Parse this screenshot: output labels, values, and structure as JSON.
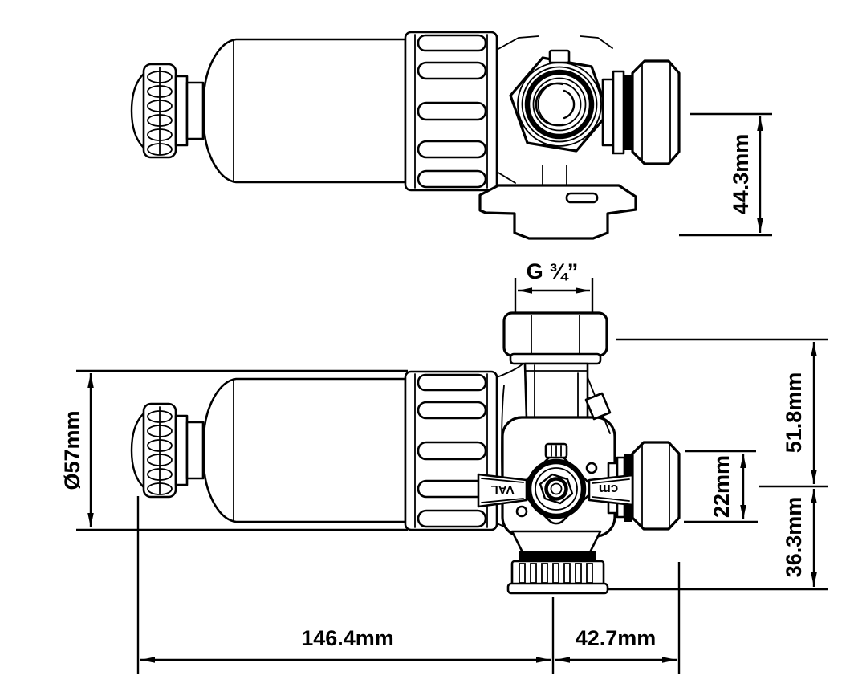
{
  "colors": {
    "line": "#000000",
    "background": "#ffffff"
  },
  "dimensions": {
    "outlet_drop": "44.3mm",
    "thread_size": "G ¾”",
    "cap_diameter": "Ø57mm",
    "valve_upper_height": "51.8mm",
    "pipe_od": "22mm",
    "valve_lower_height": "36.3mm",
    "body_length": "146.4mm",
    "valve_length": "42.7mm"
  },
  "markings": {
    "handle_left": "VAL",
    "handle_right": "cm"
  }
}
